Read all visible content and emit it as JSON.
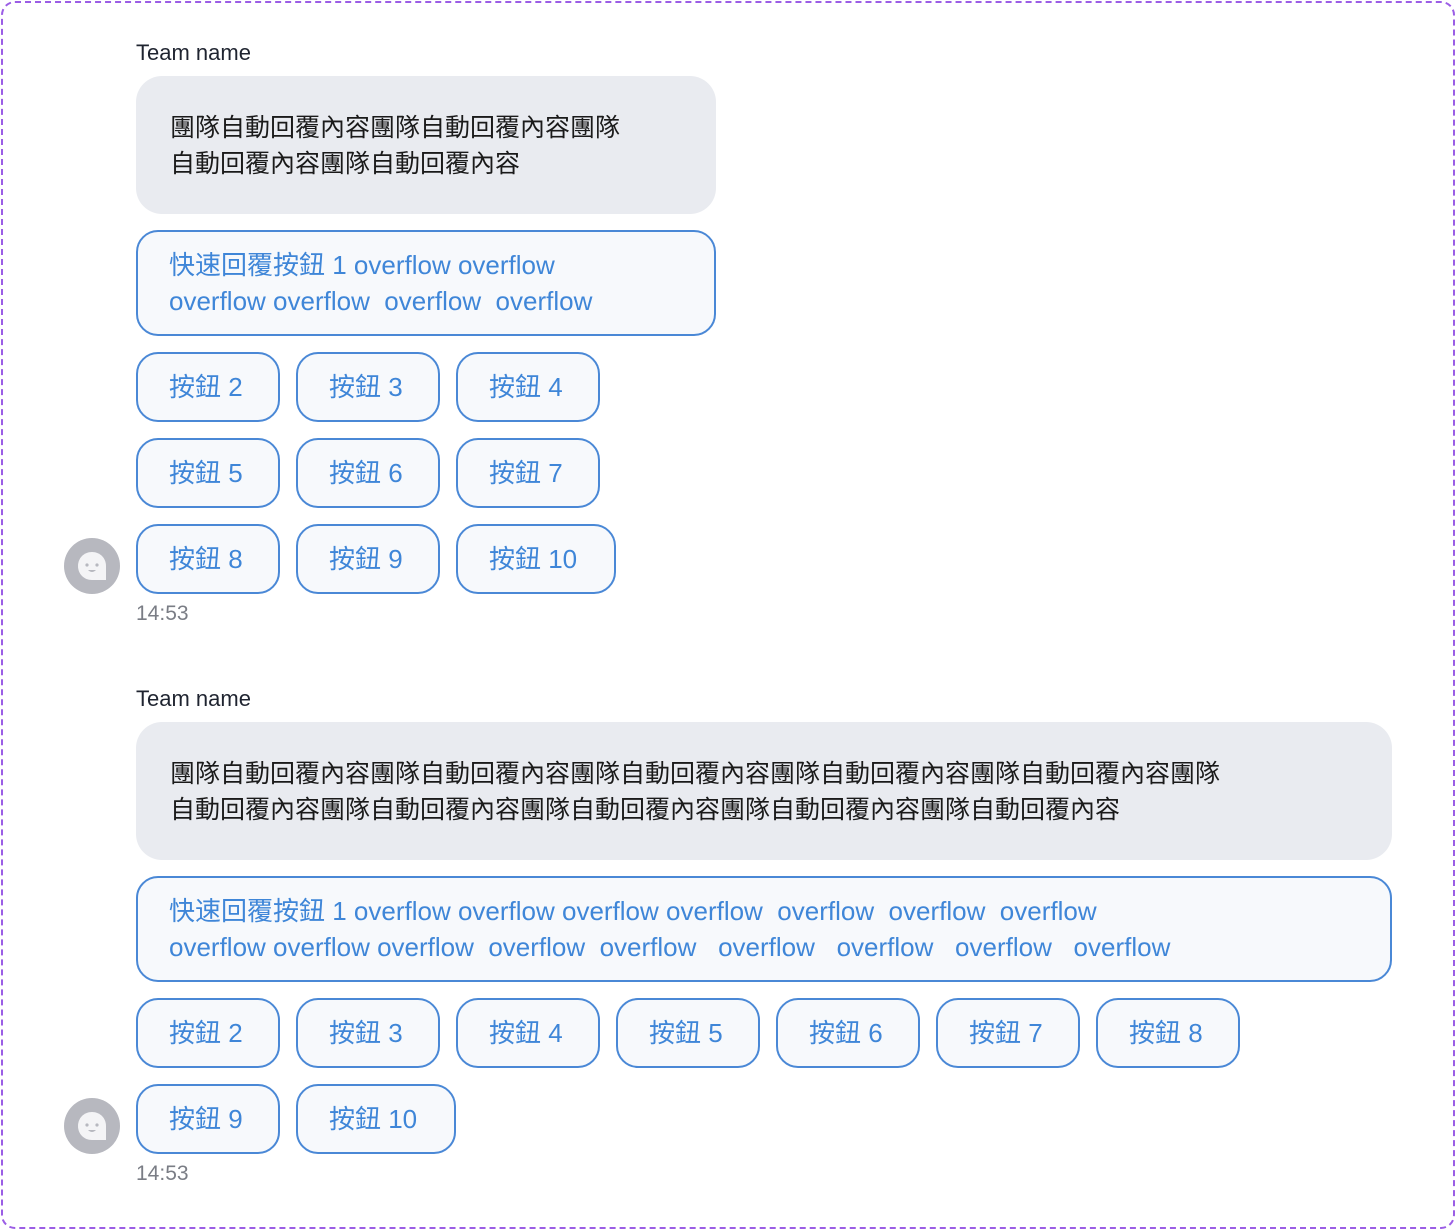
{
  "messages": [
    {
      "sender": "Team name",
      "text_lines": [
        "團隊自動回覆內容團隊自動回覆內容團隊",
        "自動回覆內容團隊自動回覆內容"
      ],
      "quick_reply_lines": [
        "快速回覆按鈕 1 overflow overflow",
        "overflow overflow  overflow  overflow"
      ],
      "buttons": [
        "按鈕 2",
        "按鈕 3",
        "按鈕 4",
        "按鈕 5",
        "按鈕 6",
        "按鈕 7",
        "按鈕 8",
        "按鈕 9",
        "按鈕 10"
      ],
      "time": "14:53"
    },
    {
      "sender": "Team name",
      "text_lines": [
        "團隊自動回覆內容團隊自動回覆內容團隊自動回覆內容團隊自動回覆內容團隊自動回覆內容團隊",
        "自動回覆內容團隊自動回覆內容團隊自動回覆內容團隊自動回覆內容團隊自動回覆內容"
      ],
      "quick_reply_lines": [
        "快速回覆按鈕 1 overflow overflow overflow overflow  overflow  overflow  overflow",
        "overflow overflow overflow  overflow  overflow   overflow   overflow   overflow   overflow"
      ],
      "buttons": [
        "按鈕 2",
        "按鈕 3",
        "按鈕 4",
        "按鈕 5",
        "按鈕 6",
        "按鈕 7",
        "按鈕 8",
        "按鈕 9",
        "按鈕 10"
      ],
      "time": "14:53"
    }
  ],
  "colors": {
    "accent": "#4a88d6",
    "bubble": "#e9ebf0",
    "frame": "#9b5de5"
  }
}
